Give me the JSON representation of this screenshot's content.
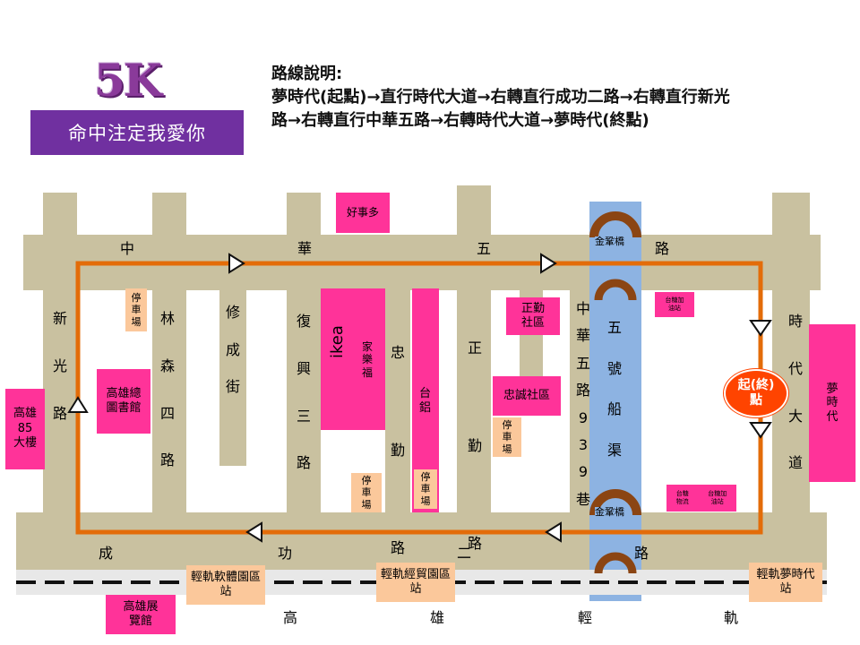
{
  "title": "5K",
  "subtitle": "命中注定我愛你",
  "route_desc": {
    "heading": "路線說明:",
    "line1": "夢時代(起點)→直行時代大道→右轉直行成功二路→右轉直行新光",
    "line2": "路→右轉直行中華五路→右轉時代大道→夢時代(終點)"
  },
  "roads": {
    "zhonghua5": [
      "中",
      "華",
      "五",
      "路"
    ],
    "chenggong2": [
      "成",
      "功",
      "二",
      "路"
    ],
    "xinguang": "新光路",
    "linsen4": "林森四路",
    "xiucheng": "修成街",
    "fuxing3": "復興三路",
    "zhongqin": "忠勤路",
    "zhengqin": "正勤路",
    "zhonghua5_lane": "中華五路939巷",
    "shidai": "時代大道",
    "light_rail": [
      "高",
      "雄",
      "輕",
      "軌"
    ]
  },
  "canal": "五號船渠",
  "bridges": [
    "金鞏橋",
    "金鞏橋"
  ],
  "places": {
    "haoshiduo": "好事多",
    "parking": "停車場",
    "library": "高雄總圖書館",
    "ikea": "ikea",
    "carrefour": "家樂福",
    "tsann_kuen": "台鋁",
    "zhengqin_community": "正勤社區",
    "zhongcheng_community": "忠誠社區",
    "cpc1": "台糖加油站",
    "cpc2_a": "台糖物流",
    "cpc2_b": "台糖加油站",
    "dream_mall": "夢時代",
    "tower85": "高雄85大樓",
    "exhibition": "高雄展覽館"
  },
  "stations": {
    "software": "輕軌軟體園區站",
    "trade": "輕軌經貿園區站",
    "dream": "輕軌夢時代站"
  },
  "start_marker": "起(終)點",
  "colors": {
    "road": "#c9c1a0",
    "canal": "#8db3e2",
    "route": "#e36c09",
    "building": "#ff3399",
    "station": "#fbc89b",
    "title_bg": "#7030a0"
  }
}
